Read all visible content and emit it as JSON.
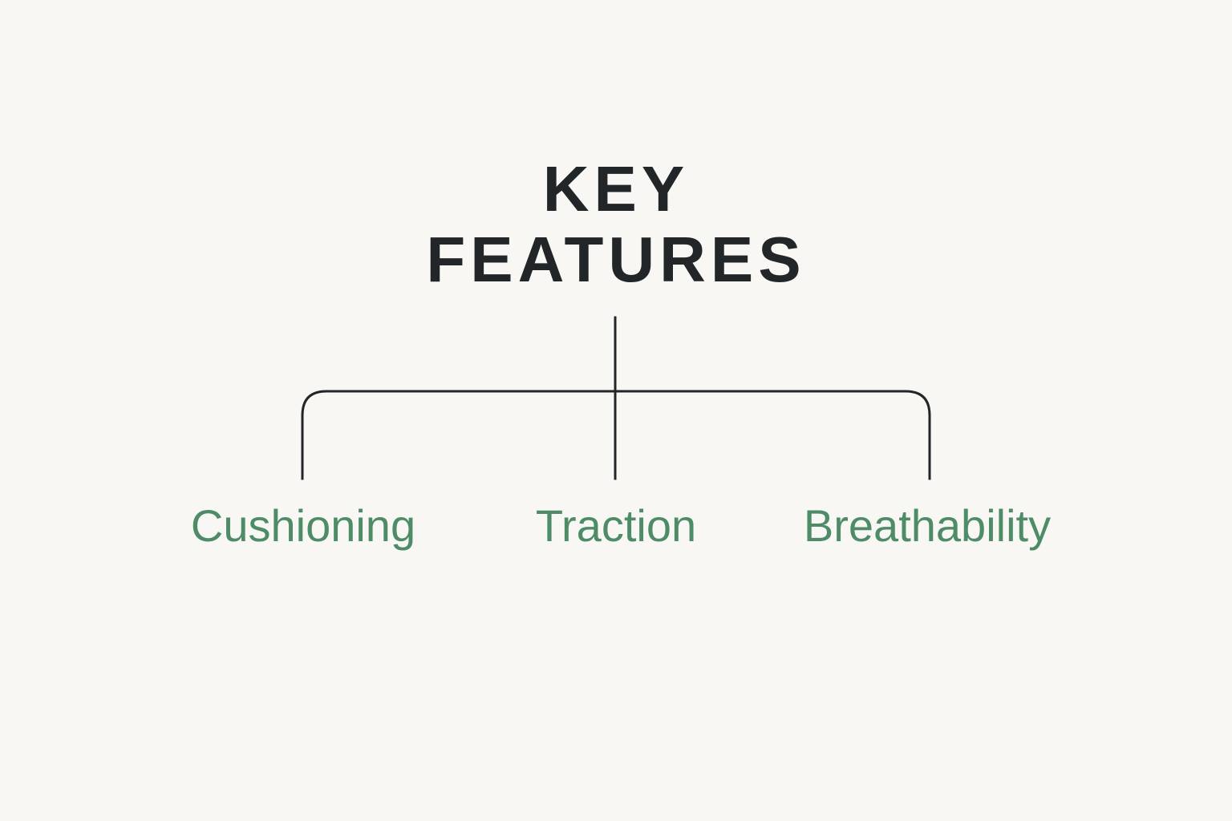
{
  "diagram": {
    "title_lines": [
      "KEY",
      "FEATURES"
    ],
    "children": [
      {
        "label": "Cushioning"
      },
      {
        "label": "Traction"
      },
      {
        "label": "Breathability"
      }
    ],
    "colors": {
      "background": "#f8f7f3",
      "title": "#232628",
      "lines": "#232628",
      "labels": "#4e8c68"
    }
  }
}
